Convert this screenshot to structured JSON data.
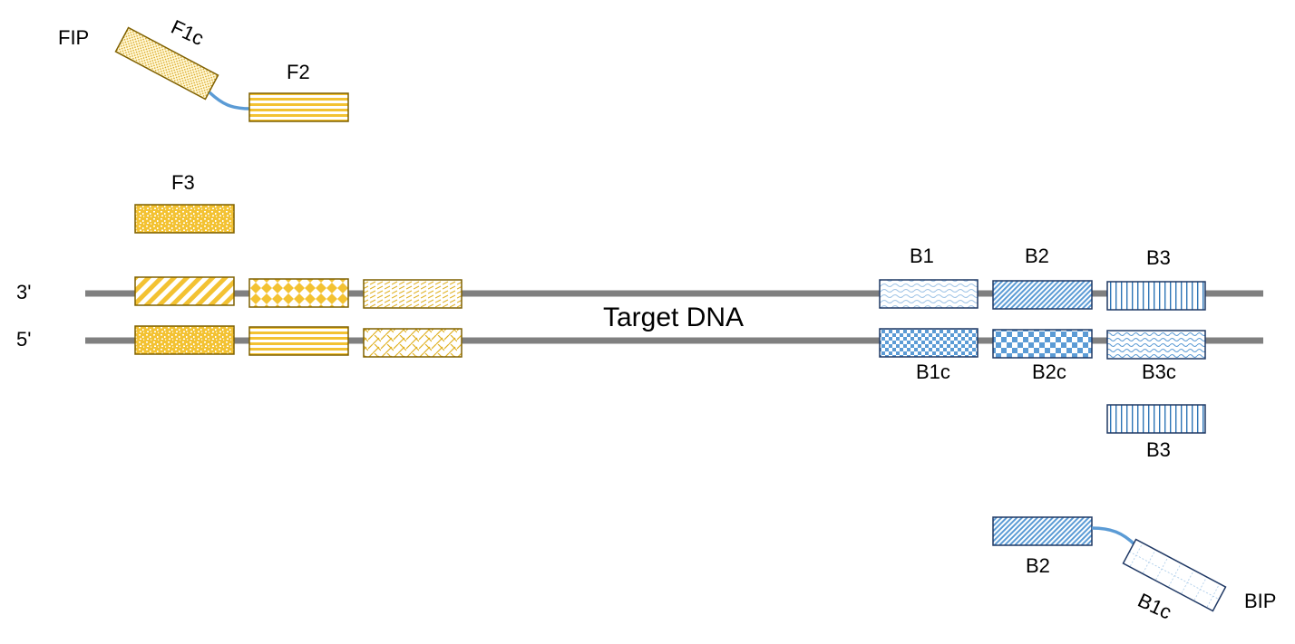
{
  "diagram": {
    "title": "Target DNA",
    "strand_labels": {
      "top": "3'",
      "bottom": "5'"
    },
    "fip": {
      "label": "FIP",
      "segment_tilted": "F1c",
      "segment_flat": "F2"
    },
    "bip": {
      "label": "BIP",
      "segment_tilted": "B1c",
      "segment_flat": "B2"
    },
    "forward_outer_primer": "F3",
    "backward_top_labels": [
      "B1",
      "B2",
      "B3"
    ],
    "backward_bottom_labels": [
      "B1c",
      "B2c",
      "B3c"
    ],
    "backward_outer_primer": "B3",
    "colors": {
      "dna_line": "#808080",
      "forward_fill": "#f3c232",
      "forward_border": "#7f6000",
      "backward_fill": "#5b9bd5",
      "backward_border": "#1f3864",
      "linker": "#5b9bd5"
    }
  }
}
